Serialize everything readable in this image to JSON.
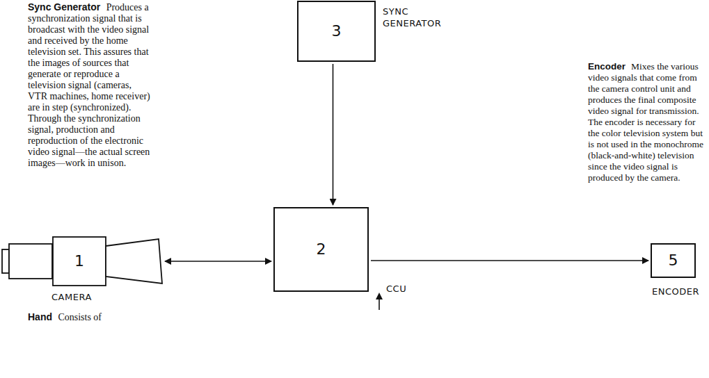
{
  "diagram": {
    "nodes": [
      {
        "text": [
          "3",
          "SYNC GENERATOR"
        ]
      },
      {
        "text": [
          "1",
          "CAMERA"
        ]
      },
      {
        "text": [
          "2",
          "CCU"
        ]
      },
      {
        "text": [
          "5",
          "ENCODER"
        ]
      }
    ],
    "edges": [
      {
        "from": 0,
        "to": 2,
        "arrow": "to"
      },
      {
        "from": 1,
        "to": 2,
        "arrow": "both"
      },
      {
        "from": 2,
        "to": 3,
        "arrow": "to"
      }
    ],
    "labels": [
      "Sync Generator",
      "Produces a synchronization signal that is broadcast with the video signal and received by the home television set. This assures that the images of sources that generate or reproduce a television signal (cameras, VTR machines, home receiver) are in step (synchronized). Through the synchronization signal, production and reproduction of the electronic video signal—the actual screen images—work in unison.",
      "Encoder",
      "Mixes the various video signals that come from the camera control unit and produces the final composite video signal for transmission. The encoder is necessary for the color television system but is not used in the monochrome (black-and-white) television since the video signal is produced by the camera.",
      "Hand",
      "Consists of"
    ]
  }
}
